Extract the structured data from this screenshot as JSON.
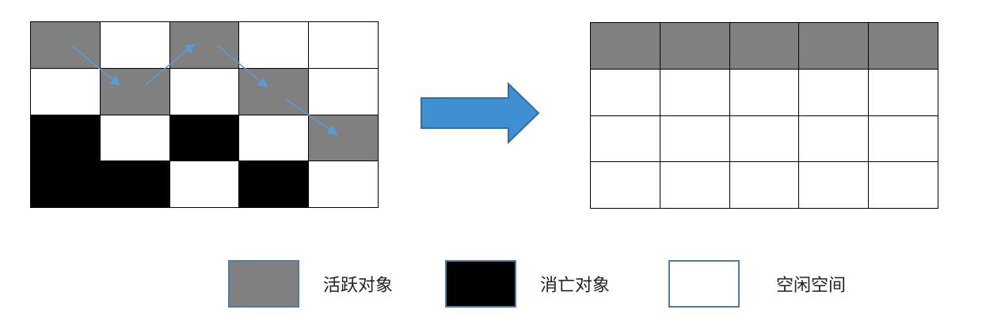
{
  "before_grid": {
    "rows": [
      [
        "active",
        "free",
        "active",
        "free",
        "free"
      ],
      [
        "free",
        "active",
        "free",
        "active",
        "free"
      ],
      [
        "dead",
        "free",
        "dead",
        "free",
        "active"
      ],
      [
        "dead",
        "dead",
        "free",
        "dead",
        "free"
      ]
    ]
  },
  "after_grid": {
    "rows": [
      [
        "active",
        "active",
        "active",
        "active",
        "active"
      ],
      [
        "free",
        "free",
        "free",
        "free",
        "free"
      ],
      [
        "free",
        "free",
        "free",
        "free",
        "free"
      ],
      [
        "free",
        "free",
        "free",
        "free",
        "free"
      ]
    ]
  },
  "colors": {
    "active": "#808080",
    "dead": "#000000",
    "free": "#ffffff",
    "arrow": "#3f8fd2",
    "arrow_stroke": "#2f6fa6",
    "flow_arrow": "#5a9bd5"
  },
  "legend": {
    "active_label": "活跃对象",
    "dead_label": "消亡对象",
    "free_label": "空闲空间"
  }
}
